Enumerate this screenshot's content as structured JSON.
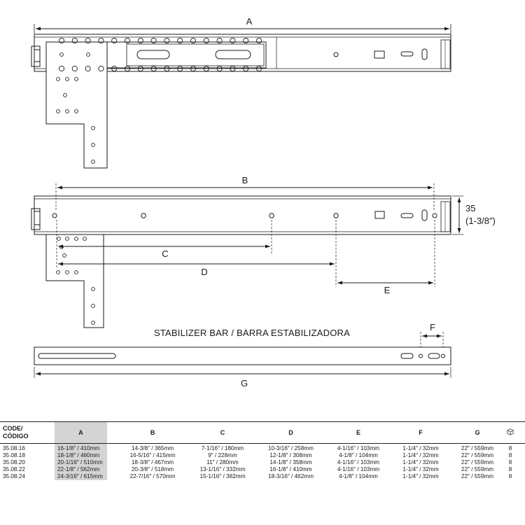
{
  "dimension_labels": {
    "A": "A",
    "B": "B",
    "C": "C",
    "D": "D",
    "E": "E",
    "F": "F",
    "G": "G",
    "height": "35",
    "height_in": "(1-3/8″)"
  },
  "stabilizer_title": "STABILIZER BAR  /  BARRA ESTABILIZADORA",
  "table": {
    "headers": {
      "code_line1": "CODE/",
      "code_line2": "CÓDIGO",
      "A": "A",
      "B": "B",
      "C": "C",
      "D": "D",
      "E": "E",
      "F": "F",
      "G": "G",
      "qty_icon": "box-icon"
    },
    "rows": [
      {
        "code": "35.08.16",
        "A": "16-1/8″ / 410mm",
        "B": "14-3/8″ / 365mm",
        "C": "7-1/16″ / 180mm",
        "D": "10-3/16″ / 258mm",
        "E": "4-1/16″ / 103mm",
        "F": "1-1/4″ / 32mm",
        "G": "22″ / 559mm",
        "qty": "8"
      },
      {
        "code": "35.08.18",
        "A": "18-1/8″ / 460mm",
        "B": "16-5/16″ / 415mm",
        "C": "9″ / 228mm",
        "D": "12-1/8″ / 308mm",
        "E": "4-1/8″ / 104mm",
        "F": "1-1/4″ / 32mm",
        "G": "22″ / 559mm",
        "qty": "8"
      },
      {
        "code": "35.08.20",
        "A": "20-1/16″ / 510mm",
        "B": "18-3/8″ / 467mm",
        "C": "11″ / 280mm",
        "D": "14-1/8″ / 358mm",
        "E": "4-1/16″ / 103mm",
        "F": "1-1/4″ / 32mm",
        "G": "22″ / 559mm",
        "qty": "8"
      },
      {
        "code": "35.08.22",
        "A": "22-1/8″ / 562mm",
        "B": "20-3/8″ / 518mm",
        "C": "13-1/16″ / 332mm",
        "D": "16-1/8″ / 410mm",
        "E": "4-1/16″ / 103mm",
        "F": "1-1/4″ / 32mm",
        "G": "22″ / 559mm",
        "qty": "8"
      },
      {
        "code": "35.08.24",
        "A": "24-3/16″ / 615mm",
        "B": "22-7/16″ / 570mm",
        "C": "15-1/16″ / 382mm",
        "D": "18-3/16″ / 462mm",
        "E": "4-1/8″ / 104mm",
        "F": "1-1/4″ / 32mm",
        "G": "22″ / 559mm",
        "qty": "8"
      }
    ]
  }
}
